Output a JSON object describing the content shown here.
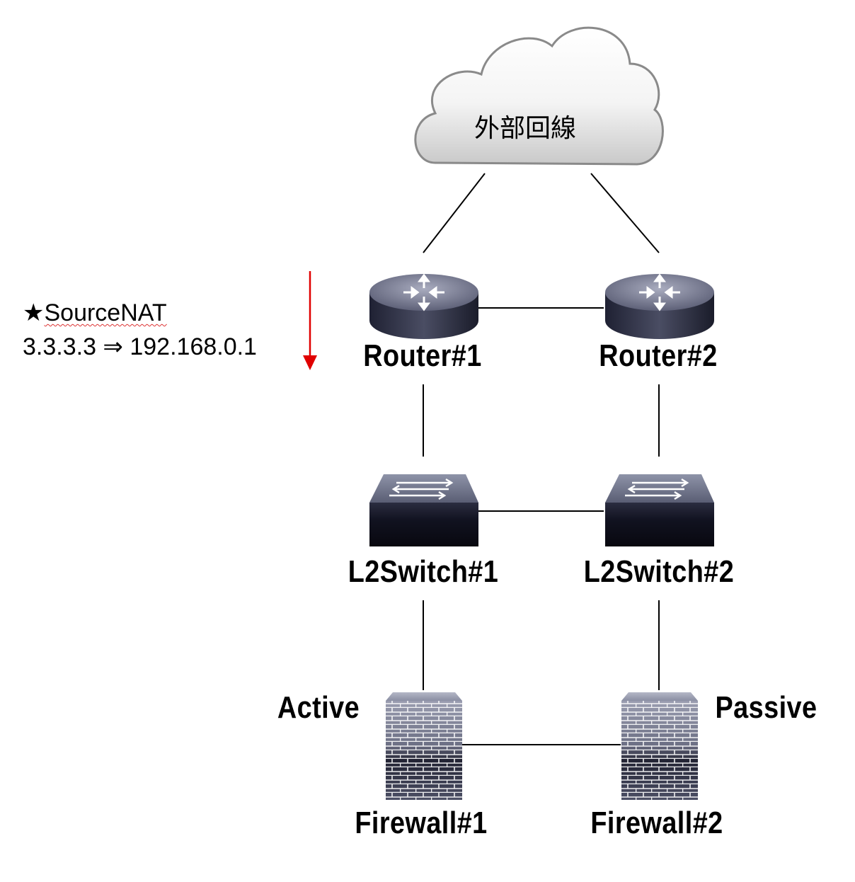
{
  "cloud": {
    "label": "外部回線"
  },
  "routers": [
    {
      "label": "Router#1"
    },
    {
      "label": "Router#2"
    }
  ],
  "switches": [
    {
      "label": "L2Switch#1"
    },
    {
      "label": "L2Switch#2"
    }
  ],
  "firewalls": [
    {
      "label": "Firewall#1",
      "state": "Active"
    },
    {
      "label": "Firewall#2",
      "state": "Passive"
    }
  ],
  "nat_note": {
    "star": "★",
    "title": "SourceNAT",
    "mapping": "3.3.3.3 ⇒ 192.168.0.1"
  },
  "colors": {
    "arrow": "#e00000",
    "line": "#000000"
  }
}
